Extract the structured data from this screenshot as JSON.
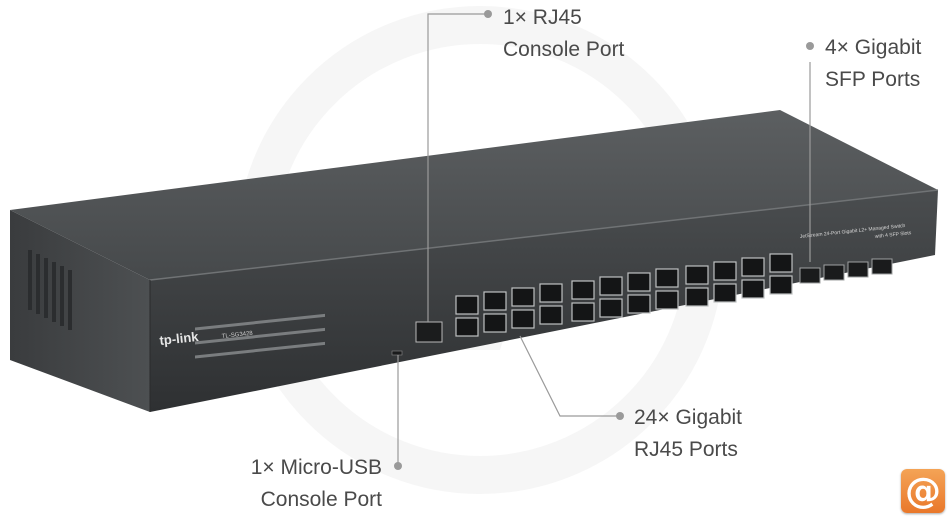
{
  "callouts": {
    "rj45_console": {
      "line1": "1× RJ45",
      "line2": "Console Port"
    },
    "sfp": {
      "line1": "4× Gigabit",
      "line2": "SFP Ports"
    },
    "gigabit_rj45": {
      "line1": "24× Gigabit",
      "line2": "RJ45 Ports"
    },
    "micro_usb": {
      "line1": "1× Micro-USB",
      "line2": "Console Port"
    }
  },
  "device": {
    "brand": "tp-link",
    "model": "TL-SG3428",
    "description_line1": "JetStream 24-Port Gigabit L2+ Managed Switch",
    "description_line2": "with 4 SFP Slots"
  },
  "badge": {
    "symbol": "@"
  },
  "colors": {
    "background": "#ffffff",
    "callout_text": "#4a4a4a",
    "leader_line": "#9a9a9a",
    "chassis_dark": "#3e4042",
    "badge": "#ee8435"
  }
}
